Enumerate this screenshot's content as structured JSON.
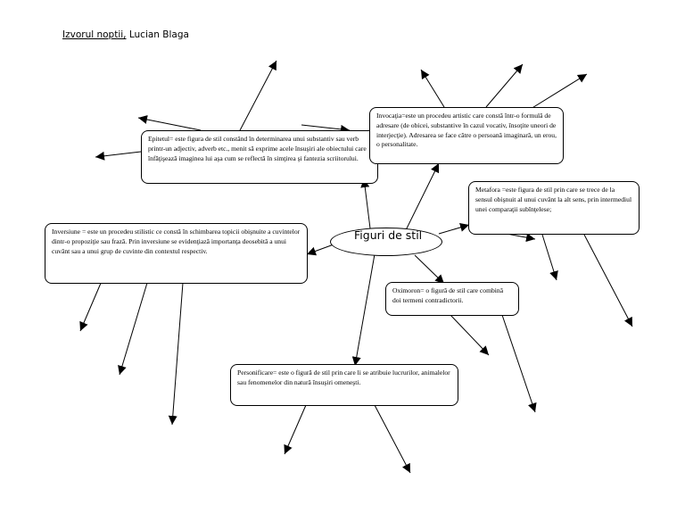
{
  "header": {
    "title": "Izvorul noptii,",
    "author": "Lucian Blaga"
  },
  "center": {
    "label": "Figuri de stil"
  },
  "boxes": {
    "epitetul": "Epitetul= este figura de stil constând în determinarea unui substantiv sau verb printr-un adjectiv, adverb etc., menit să exprime acele însuşiri ale obiectului care înfăţişează imaginea lui aşa cum se reflectă în simţirea şi fantezia scriitorului.",
    "invocatia": "Invocaţia=este un procedeu artistic care constă într-o formulă de adresare (de obicei, substantive în cazul vocativ, însoţite uneori de interjecţie). Adresarea se face către o persoană imaginară, un erou, o personalitate.",
    "metafora": "Metafora =este figura de stil prin care se trece de la sensul obişnuit al unui cuvânt la alt sens, prin intermediul unei comparaţii subînţelese;",
    "inversiune": "Inversiune = este un procedeu stilistic ce constă în schimbarea topicii obişnuite a cuvintelor dintr-o propoziţie sau frază. Prin inversiune se evidenţiază importanţa deosebită a unui cuvânt sau a unui grup de cuvinte din contextul respectiv.",
    "oximoron": "Oximoron= o figură de stil care combină doi termeni contradictorii.",
    "personificare": "Personificare= este o figură de stil prin care li se atribuie lucrurilor, animalelor sau fenomenelor din natură însuşiri omeneşti."
  }
}
